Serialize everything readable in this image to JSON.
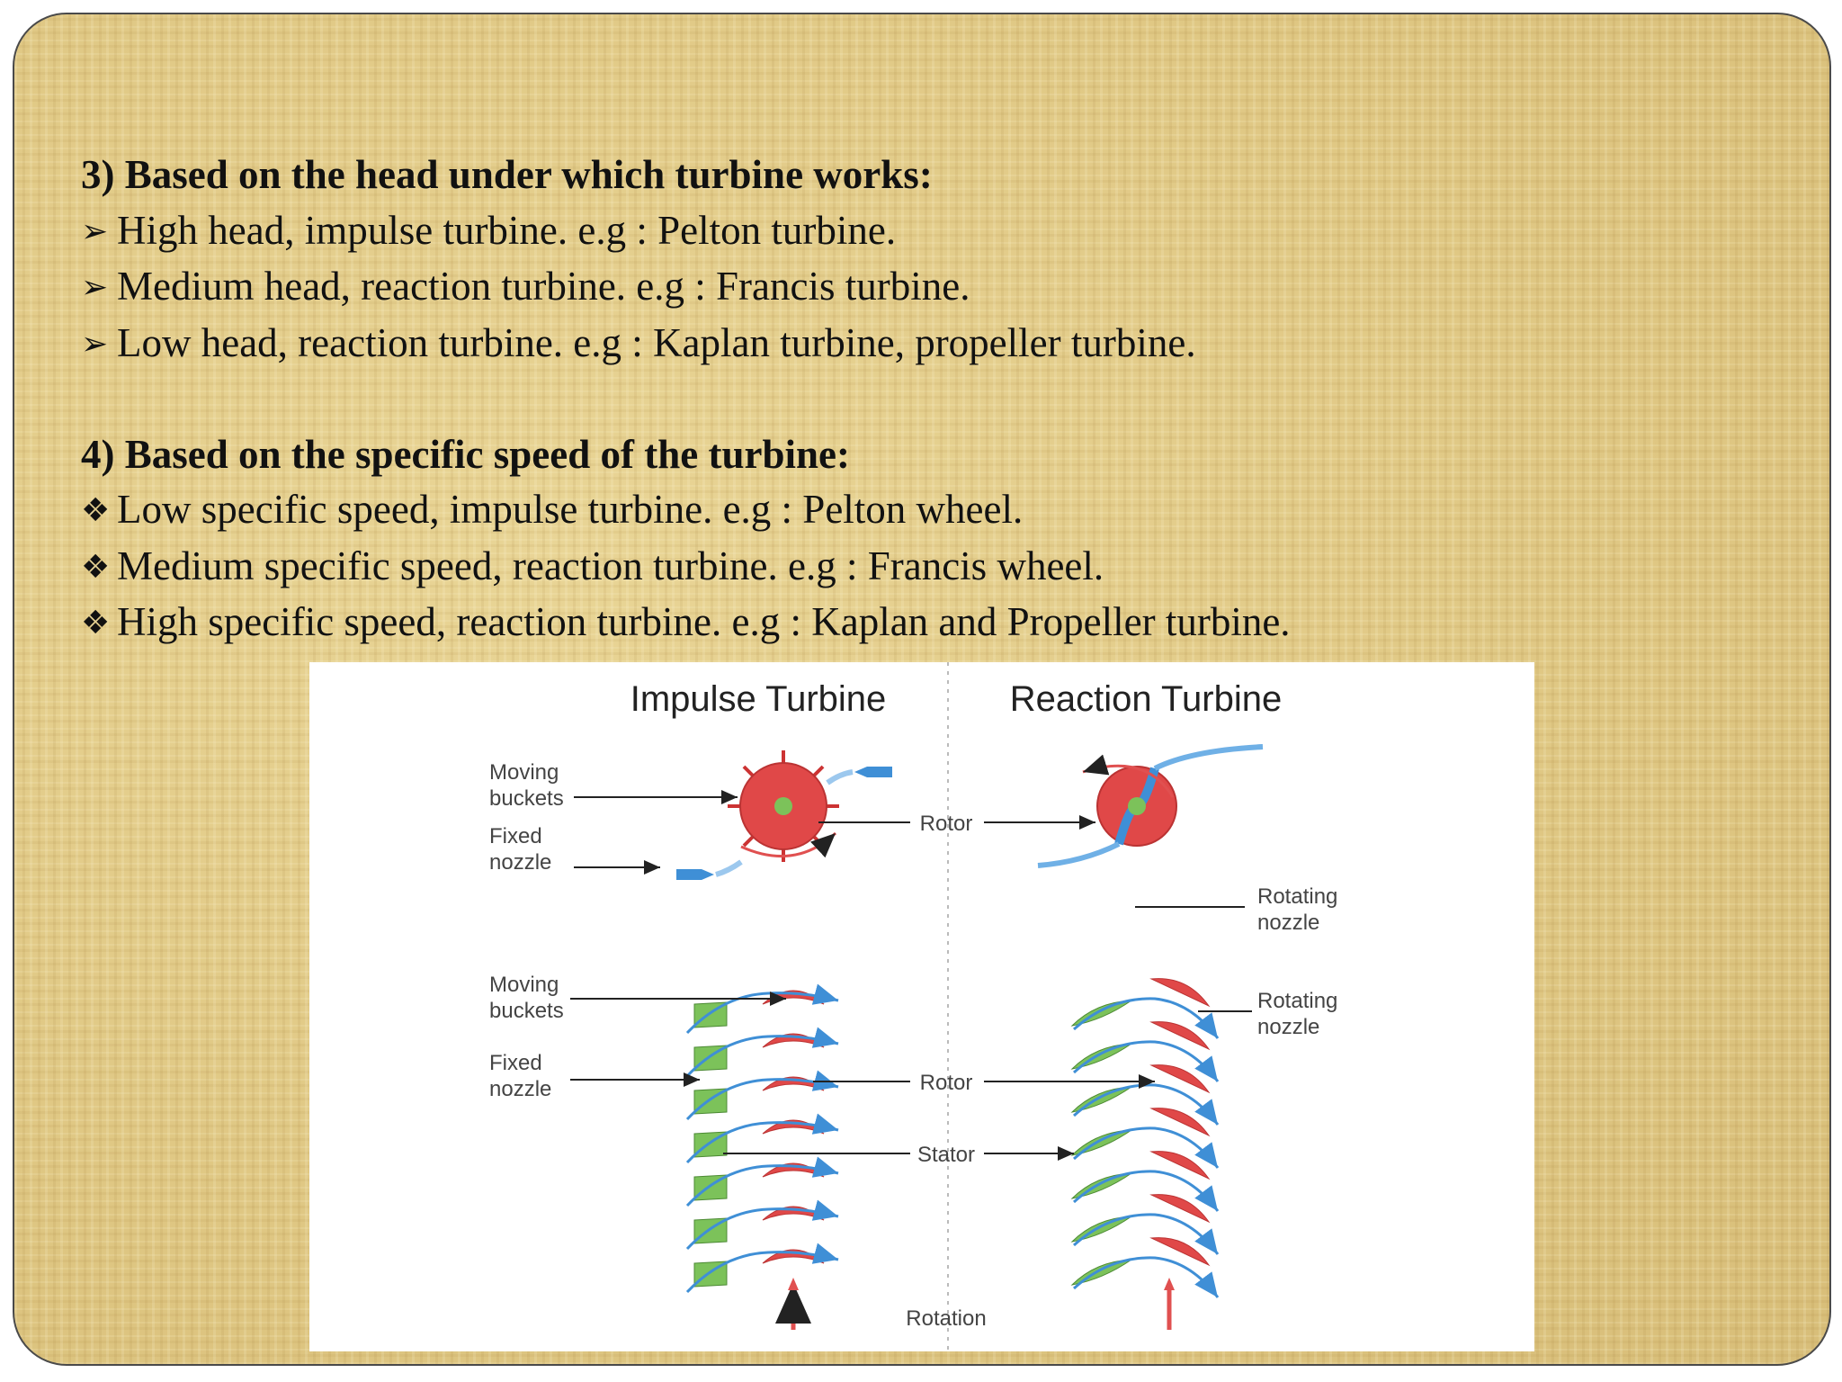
{
  "section3": {
    "heading": "3) Based on the head under which turbine works:",
    "bullet_glyph": "➢",
    "items": [
      "High head, impulse turbine. e.g : Pelton turbine.",
      "Medium head, reaction turbine. e.g : Francis turbine.",
      "Low head, reaction turbine. e.g : Kaplan turbine, propeller turbine."
    ]
  },
  "section4": {
    "heading": "4) Based on the specific speed of the turbine:",
    "bullet_glyph": "❖",
    "items": [
      "Low specific speed, impulse turbine. e.g : Pelton wheel.",
      "Medium specific speed, reaction turbine. e.g : Francis wheel.",
      "High specific speed, reaction turbine. e.g : Kaplan and Propeller turbine."
    ]
  },
  "figure": {
    "title_left": "Impulse Turbine",
    "title_right": "Reaction Turbine",
    "label_moving_buckets_1": "Moving",
    "label_moving_buckets_2": "buckets",
    "label_fixed_nozzle_1": "Fixed",
    "label_fixed_nozzle_2": "nozzle",
    "label_rotor": "Rotor",
    "label_stator": "Stator",
    "label_rotation": "Rotation",
    "label_rotating_nozzle_1": "Rotating",
    "label_rotating_nozzle_2": "nozzle",
    "colors": {
      "rotor_red": "#e04848",
      "stator_green": "#7cc25a",
      "flow_blue": "#3f8fd6",
      "arrow_red": "#e05050"
    }
  }
}
